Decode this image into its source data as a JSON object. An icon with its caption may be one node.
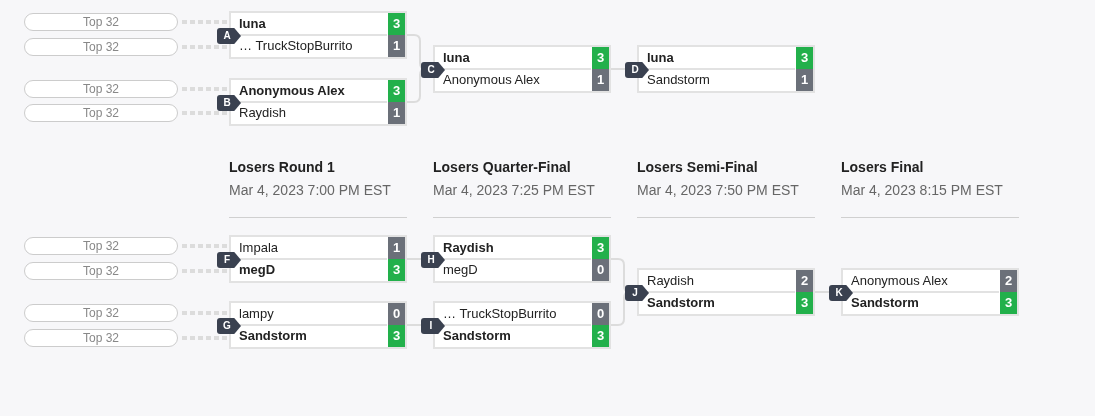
{
  "diagram": {
    "nodes": [
      {
        "text": [
          "Top 32"
        ]
      },
      {
        "text": [
          "Top 32"
        ]
      },
      {
        "text": [
          "Top 32"
        ]
      },
      {
        "text": [
          "Top 32"
        ]
      },
      {
        "text": [
          "A",
          "luna",
          "3",
          "… TruckStopBurrito",
          "1"
        ]
      },
      {
        "text": [
          "B",
          "Anonymous Alex",
          "3",
          "Raydish",
          "1"
        ]
      },
      {
        "text": [
          "C",
          "luna",
          "3",
          "Anonymous Alex",
          "1"
        ]
      },
      {
        "text": [
          "D",
          "luna",
          "3",
          "Sandstorm",
          "1"
        ]
      },
      {
        "text": [
          "Top 32"
        ]
      },
      {
        "text": [
          "Top 32"
        ]
      },
      {
        "text": [
          "Top 32"
        ]
      },
      {
        "text": [
          "Top 32"
        ]
      },
      {
        "text": [
          "F",
          "Impala",
          "1",
          "megD",
          "3"
        ]
      },
      {
        "text": [
          "G",
          "lampy",
          "0",
          "Sandstorm",
          "3"
        ]
      },
      {
        "text": [
          "H",
          "Raydish",
          "3",
          "megD",
          "0"
        ]
      },
      {
        "text": [
          "I",
          "… TruckStopBurrito",
          "0",
          "Sandstorm",
          "3"
        ]
      },
      {
        "text": [
          "J",
          "Raydish",
          "2",
          "Sandstorm",
          "3"
        ]
      },
      {
        "text": [
          "K",
          "Anonymous Alex",
          "2",
          "Sandstorm",
          "3"
        ]
      }
    ],
    "edges": [
      {
        "from": 0,
        "to": 4,
        "arrow": "none",
        "style": "dashed"
      },
      {
        "from": 1,
        "to": 4,
        "arrow": "none",
        "style": "dashed"
      },
      {
        "from": 2,
        "to": 5,
        "arrow": "none",
        "style": "dashed"
      },
      {
        "from": 3,
        "to": 5,
        "arrow": "none",
        "style": "dashed"
      },
      {
        "from": 4,
        "to": 6,
        "arrow": "none"
      },
      {
        "from": 5,
        "to": 6,
        "arrow": "none"
      },
      {
        "from": 6,
        "to": 7,
        "arrow": "none"
      },
      {
        "from": 8,
        "to": 12,
        "arrow": "none",
        "style": "dashed"
      },
      {
        "from": 9,
        "to": 12,
        "arrow": "none",
        "style": "dashed"
      },
      {
        "from": 10,
        "to": 13,
        "arrow": "none",
        "style": "dashed"
      },
      {
        "from": 11,
        "to": 13,
        "arrow": "none",
        "style": "dashed"
      },
      {
        "from": 12,
        "to": 14,
        "arrow": "none"
      },
      {
        "from": 13,
        "to": 15,
        "arrow": "none"
      },
      {
        "from": 14,
        "to": 16,
        "arrow": "none"
      },
      {
        "from": 15,
        "to": 16,
        "arrow": "none"
      },
      {
        "from": 16,
        "to": 17,
        "arrow": "none"
      }
    ],
    "labels": [
      "Losers Round 1",
      "Mar 4, 2023 7:00 PM EST",
      "Losers Quarter-Final",
      "Mar 4, 2023 7:25 PM EST",
      "Losers Semi-Final",
      "Mar 4, 2023 7:50 PM EST",
      "Losers Final",
      "Mar 4, 2023 8:15 PM EST"
    ]
  }
}
